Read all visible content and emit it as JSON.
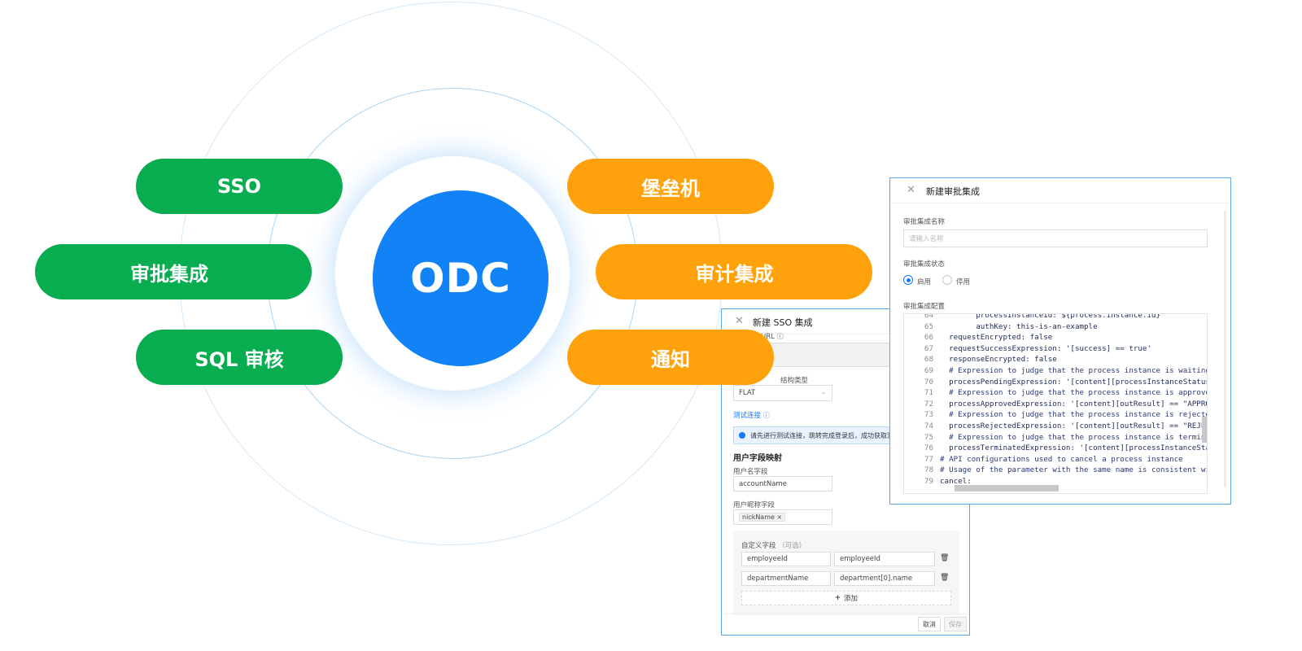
{
  "center": {
    "label": "ODC"
  },
  "pills_left": [
    {
      "label": "SSO"
    },
    {
      "label": "审批集成"
    },
    {
      "label": "SQL 审核"
    }
  ],
  "pills_right": [
    {
      "label": "堡垒机"
    },
    {
      "label": "审计集成"
    },
    {
      "label": "通知"
    }
  ],
  "colors": {
    "green": "#08ad4f",
    "orange": "#ffa10a",
    "core_blue": "#1283f6",
    "window_border": "#5aa7ee"
  },
  "sso_dialog": {
    "title": "新建 SSO 集成",
    "url_label": "URL",
    "url_value": "",
    "type_label": "结构类型",
    "type_value": "FLAT",
    "test_link": "测试连接",
    "info_text": "请先进行测试连接，跳转完成登录后，成功获取测试",
    "mapping_title": "用户字段映射",
    "username_label": "用户名字段",
    "username_value": "accountName",
    "nickname_label": "用户昵称字段",
    "nickname_tag": "nickName",
    "custom_label": "自定义字段",
    "custom_optional": "（可选）",
    "custom_rows": [
      {
        "key": "employeeId",
        "value": "employeeId"
      },
      {
        "key": "departmentName",
        "value": "department[0].name"
      }
    ],
    "add_label": "添加",
    "cancel_label": "取消",
    "save_label": "保存"
  },
  "approval_dialog": {
    "title": "新建审批集成",
    "name_label": "审批集成名称",
    "name_placeholder": "请输入名称",
    "status_label": "审批集成状态",
    "status_on": "启用",
    "status_off": "停用",
    "config_label": "审批集成配置",
    "code_lines": [
      {
        "num": "64",
        "text": "        processInstanceId: ${process.instance.id}"
      },
      {
        "num": "65",
        "text": "        authKey: this-is-an-example"
      },
      {
        "num": "66",
        "text": "  requestEncrypted: false"
      },
      {
        "num": "67",
        "text": "  requestSuccessExpression: '[success] == true'"
      },
      {
        "num": "68",
        "text": "  responseEncrypted: false"
      },
      {
        "num": "69",
        "text": "  # Expression to judge that the process instance is waiting"
      },
      {
        "num": "70",
        "text": "  processPendingExpression: '[content][processInstanceStatus]"
      },
      {
        "num": "71",
        "text": "  # Expression to judge that the process instance is approved"
      },
      {
        "num": "72",
        "text": "  processApprovedExpression: '[content][outResult] == \"APPROVED\""
      },
      {
        "num": "73",
        "text": "  # Expression to judge that the process instance is rejected"
      },
      {
        "num": "74",
        "text": "  processRejectedExpression: '[content][outResult] == \"REJECTED\""
      },
      {
        "num": "75",
        "text": "  # Expression to judge that the process instance is terminated"
      },
      {
        "num": "76",
        "text": "  processTerminatedExpression: '[content][processInstanceStatus]"
      },
      {
        "num": "77",
        "text": "# API configurations used to cancel a process instance"
      },
      {
        "num": "78",
        "text": "# Usage of the parameter with the same name is consistent with"
      },
      {
        "num": "79",
        "text": "cancel:"
      }
    ]
  }
}
